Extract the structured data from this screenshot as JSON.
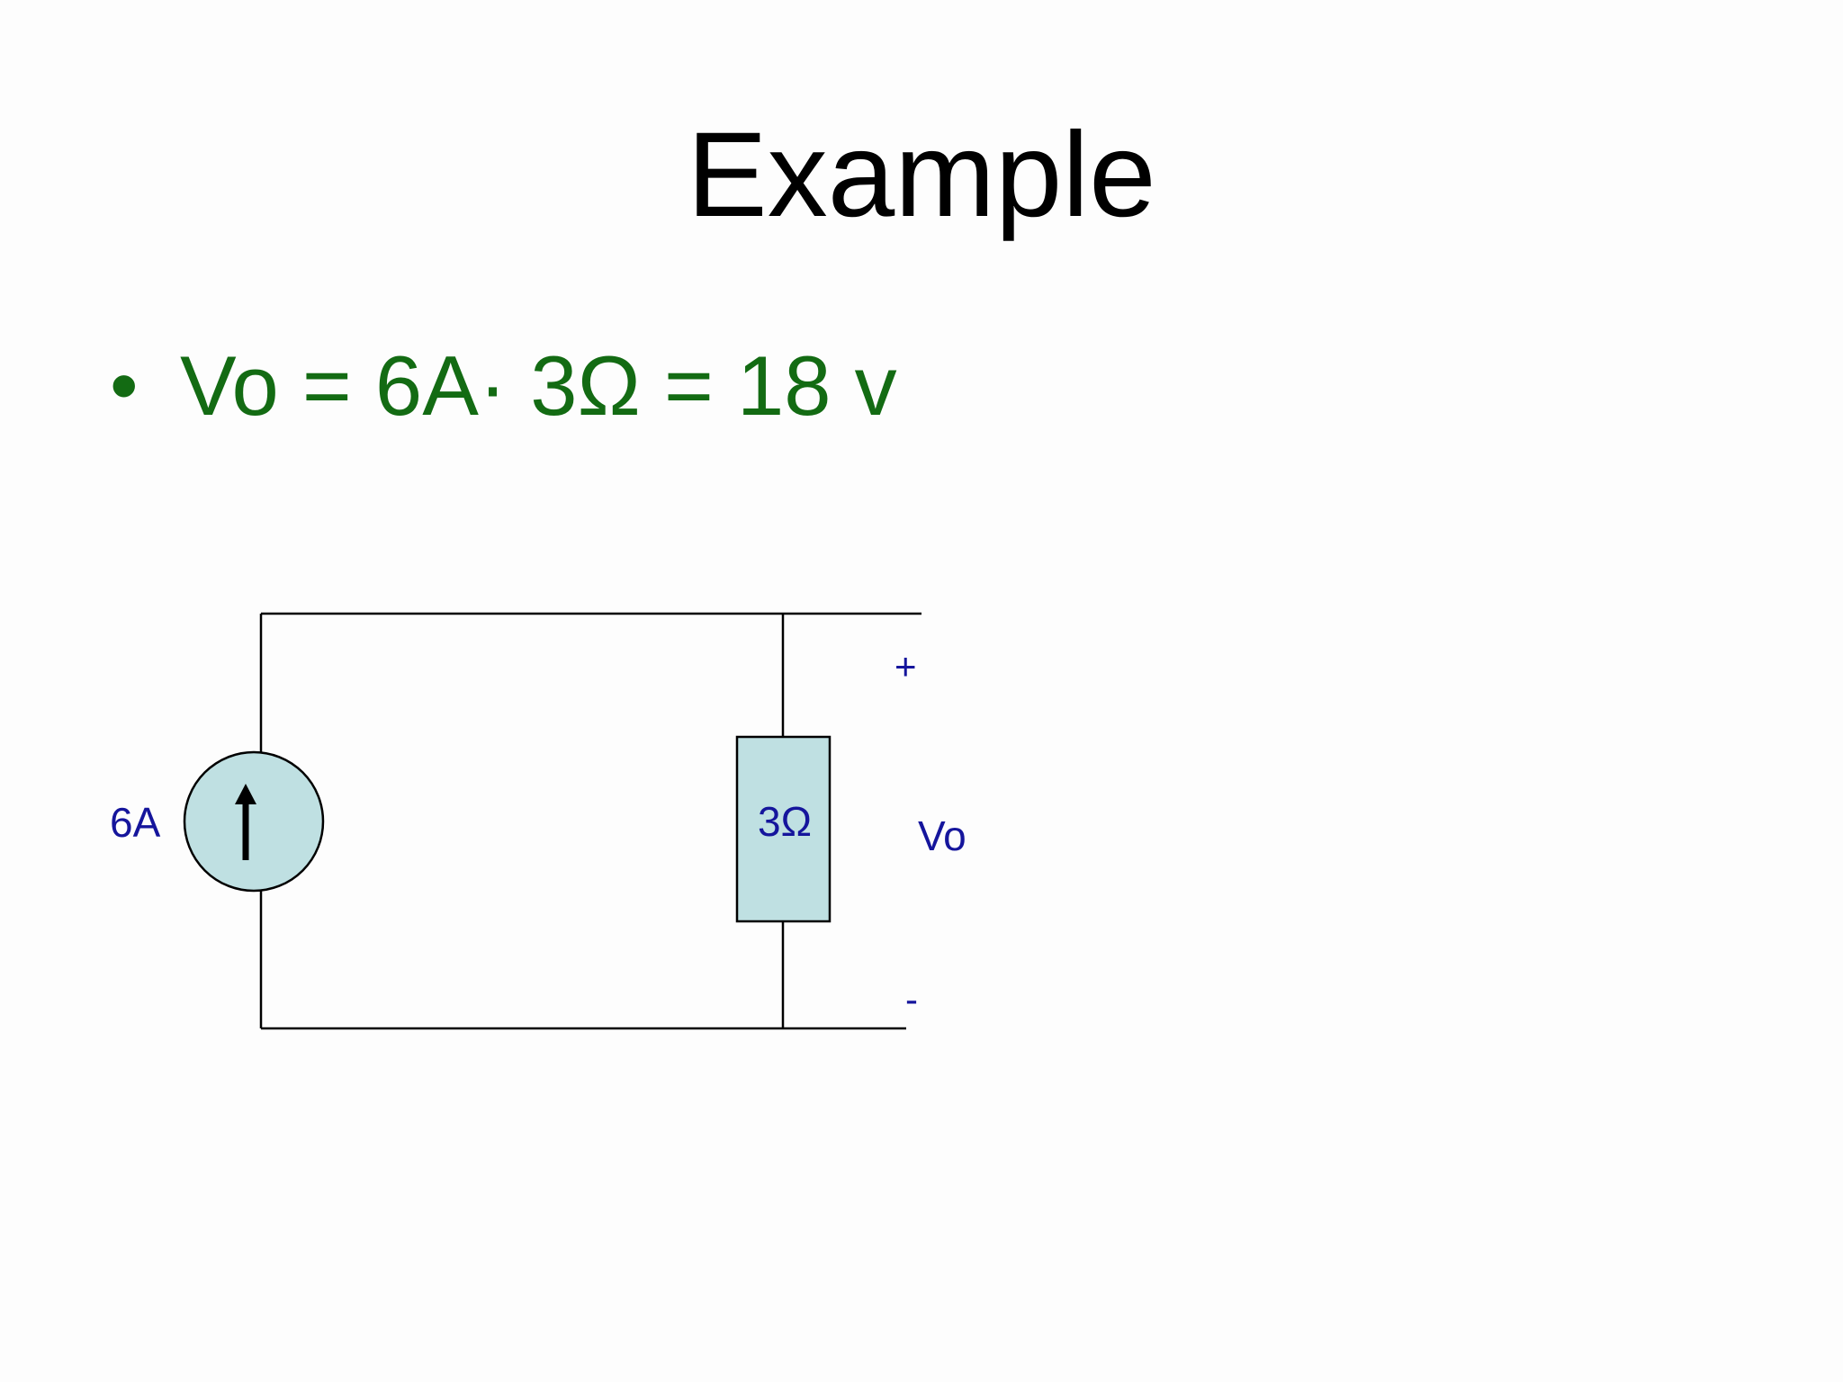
{
  "slide": {
    "title": "Example",
    "bullet_text": "Vo = 6A· 3Ω = 18 v"
  },
  "circuit": {
    "source_label": "6A",
    "resistor_label": "3Ω",
    "output_label": "Vo",
    "plus_label": "+",
    "minus_label": "-"
  },
  "colors": {
    "title": "#000000",
    "bullet": "#136b13",
    "circuit_labels": "#15159c",
    "component_fill": "#bfe0e2",
    "wire": "#000000"
  }
}
